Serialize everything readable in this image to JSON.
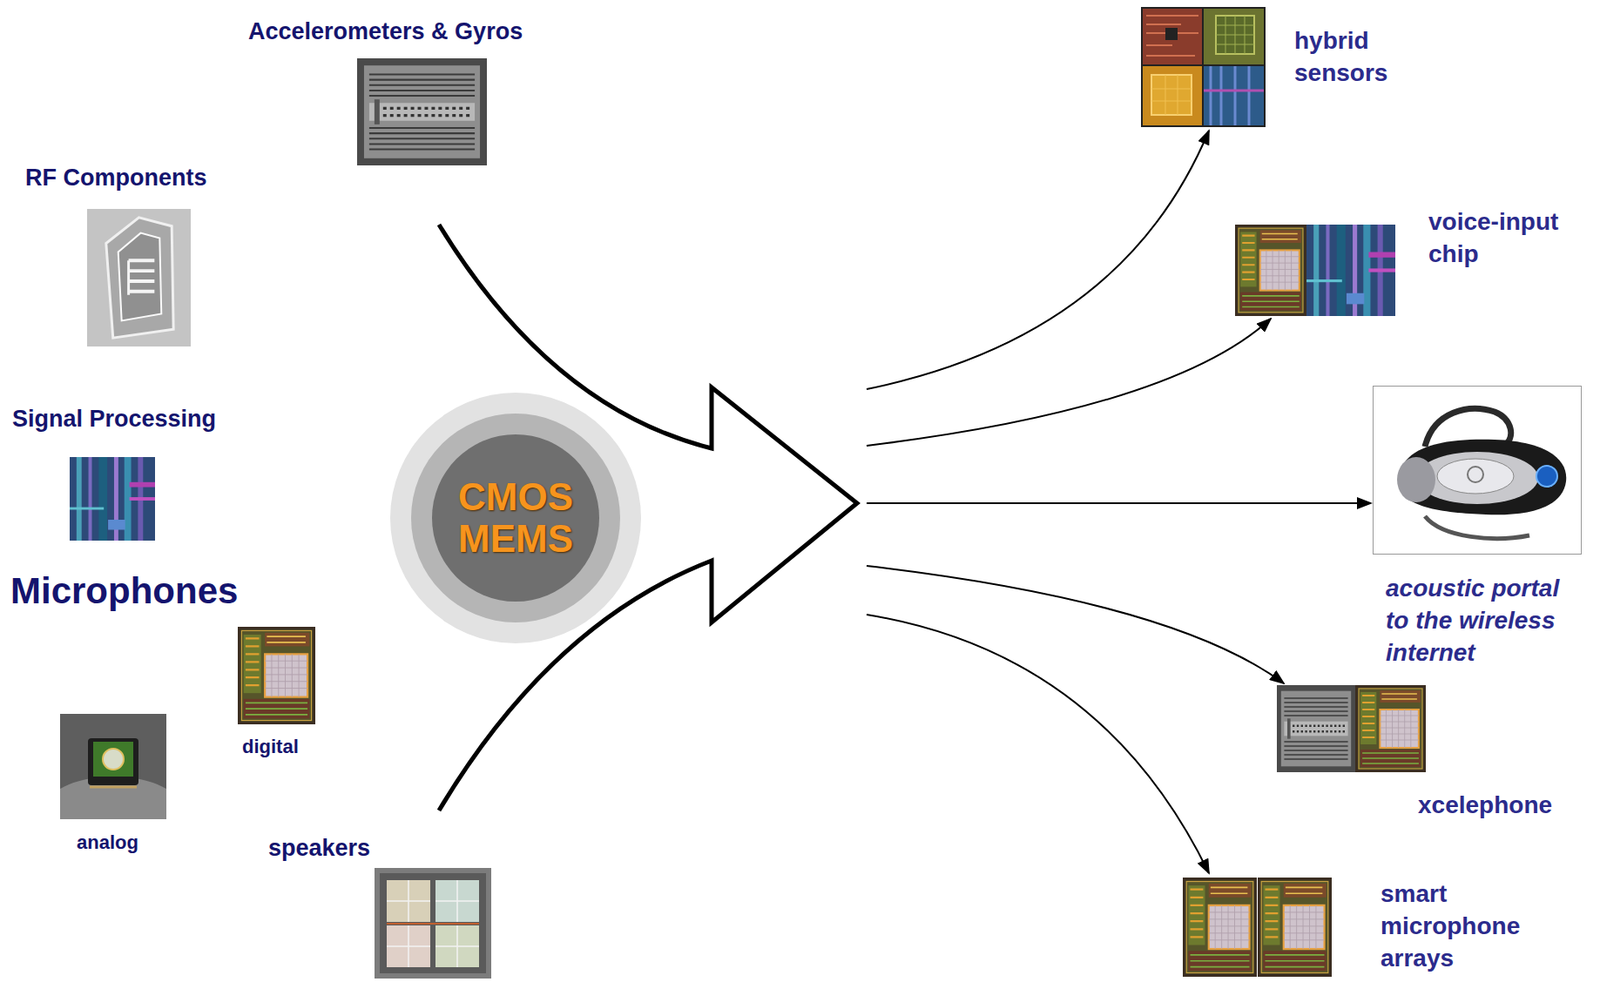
{
  "diagram": {
    "nodes": [
      {
        "text": [
          "CMOS MEMS"
        ]
      },
      {
        "text": [
          "hybrid sensors"
        ]
      },
      {
        "text": [
          "voice-input chip"
        ]
      },
      {
        "text": [
          "acoustic portal to the wireless internet"
        ]
      },
      {
        "text": [
          "xcelephone"
        ]
      },
      {
        "text": [
          "smart microphone arrays"
        ]
      }
    ],
    "edges": [
      {
        "from": 0,
        "to": 1,
        "arrow": "to"
      },
      {
        "from": 0,
        "to": 2,
        "arrow": "to"
      },
      {
        "from": 0,
        "to": 3,
        "arrow": "to"
      },
      {
        "from": 0,
        "to": 4,
        "arrow": "to"
      },
      {
        "from": 0,
        "to": 5,
        "arrow": "to"
      }
    ],
    "labels": [
      "Accelerometers & Gyros",
      "RF Components",
      "Signal Processing",
      "Microphones",
      "digital",
      "analog",
      "speakers"
    ]
  }
}
